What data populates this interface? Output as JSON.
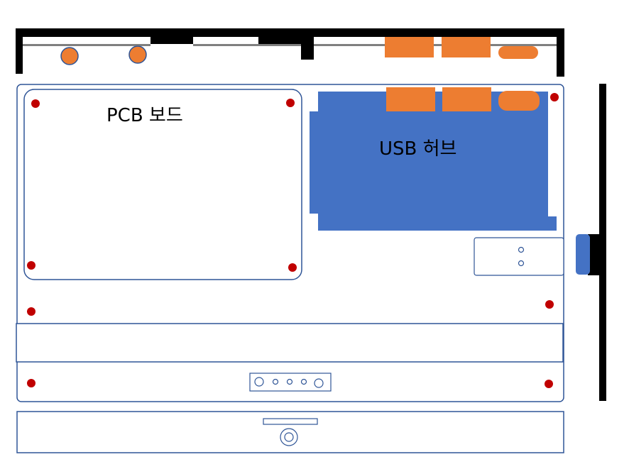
{
  "labels": {
    "pcb_board": "PCB 보드",
    "usb_hub": "USB 허브"
  },
  "colors": {
    "outline": "#2f5597",
    "hub_fill": "#4472c4",
    "orange": "#ed7d31",
    "red_dot": "#c00000",
    "black": "#000000",
    "gray": "#7f7f7f"
  },
  "icons": {
    "mount_hole": "red-dot",
    "port": "orange-block"
  }
}
